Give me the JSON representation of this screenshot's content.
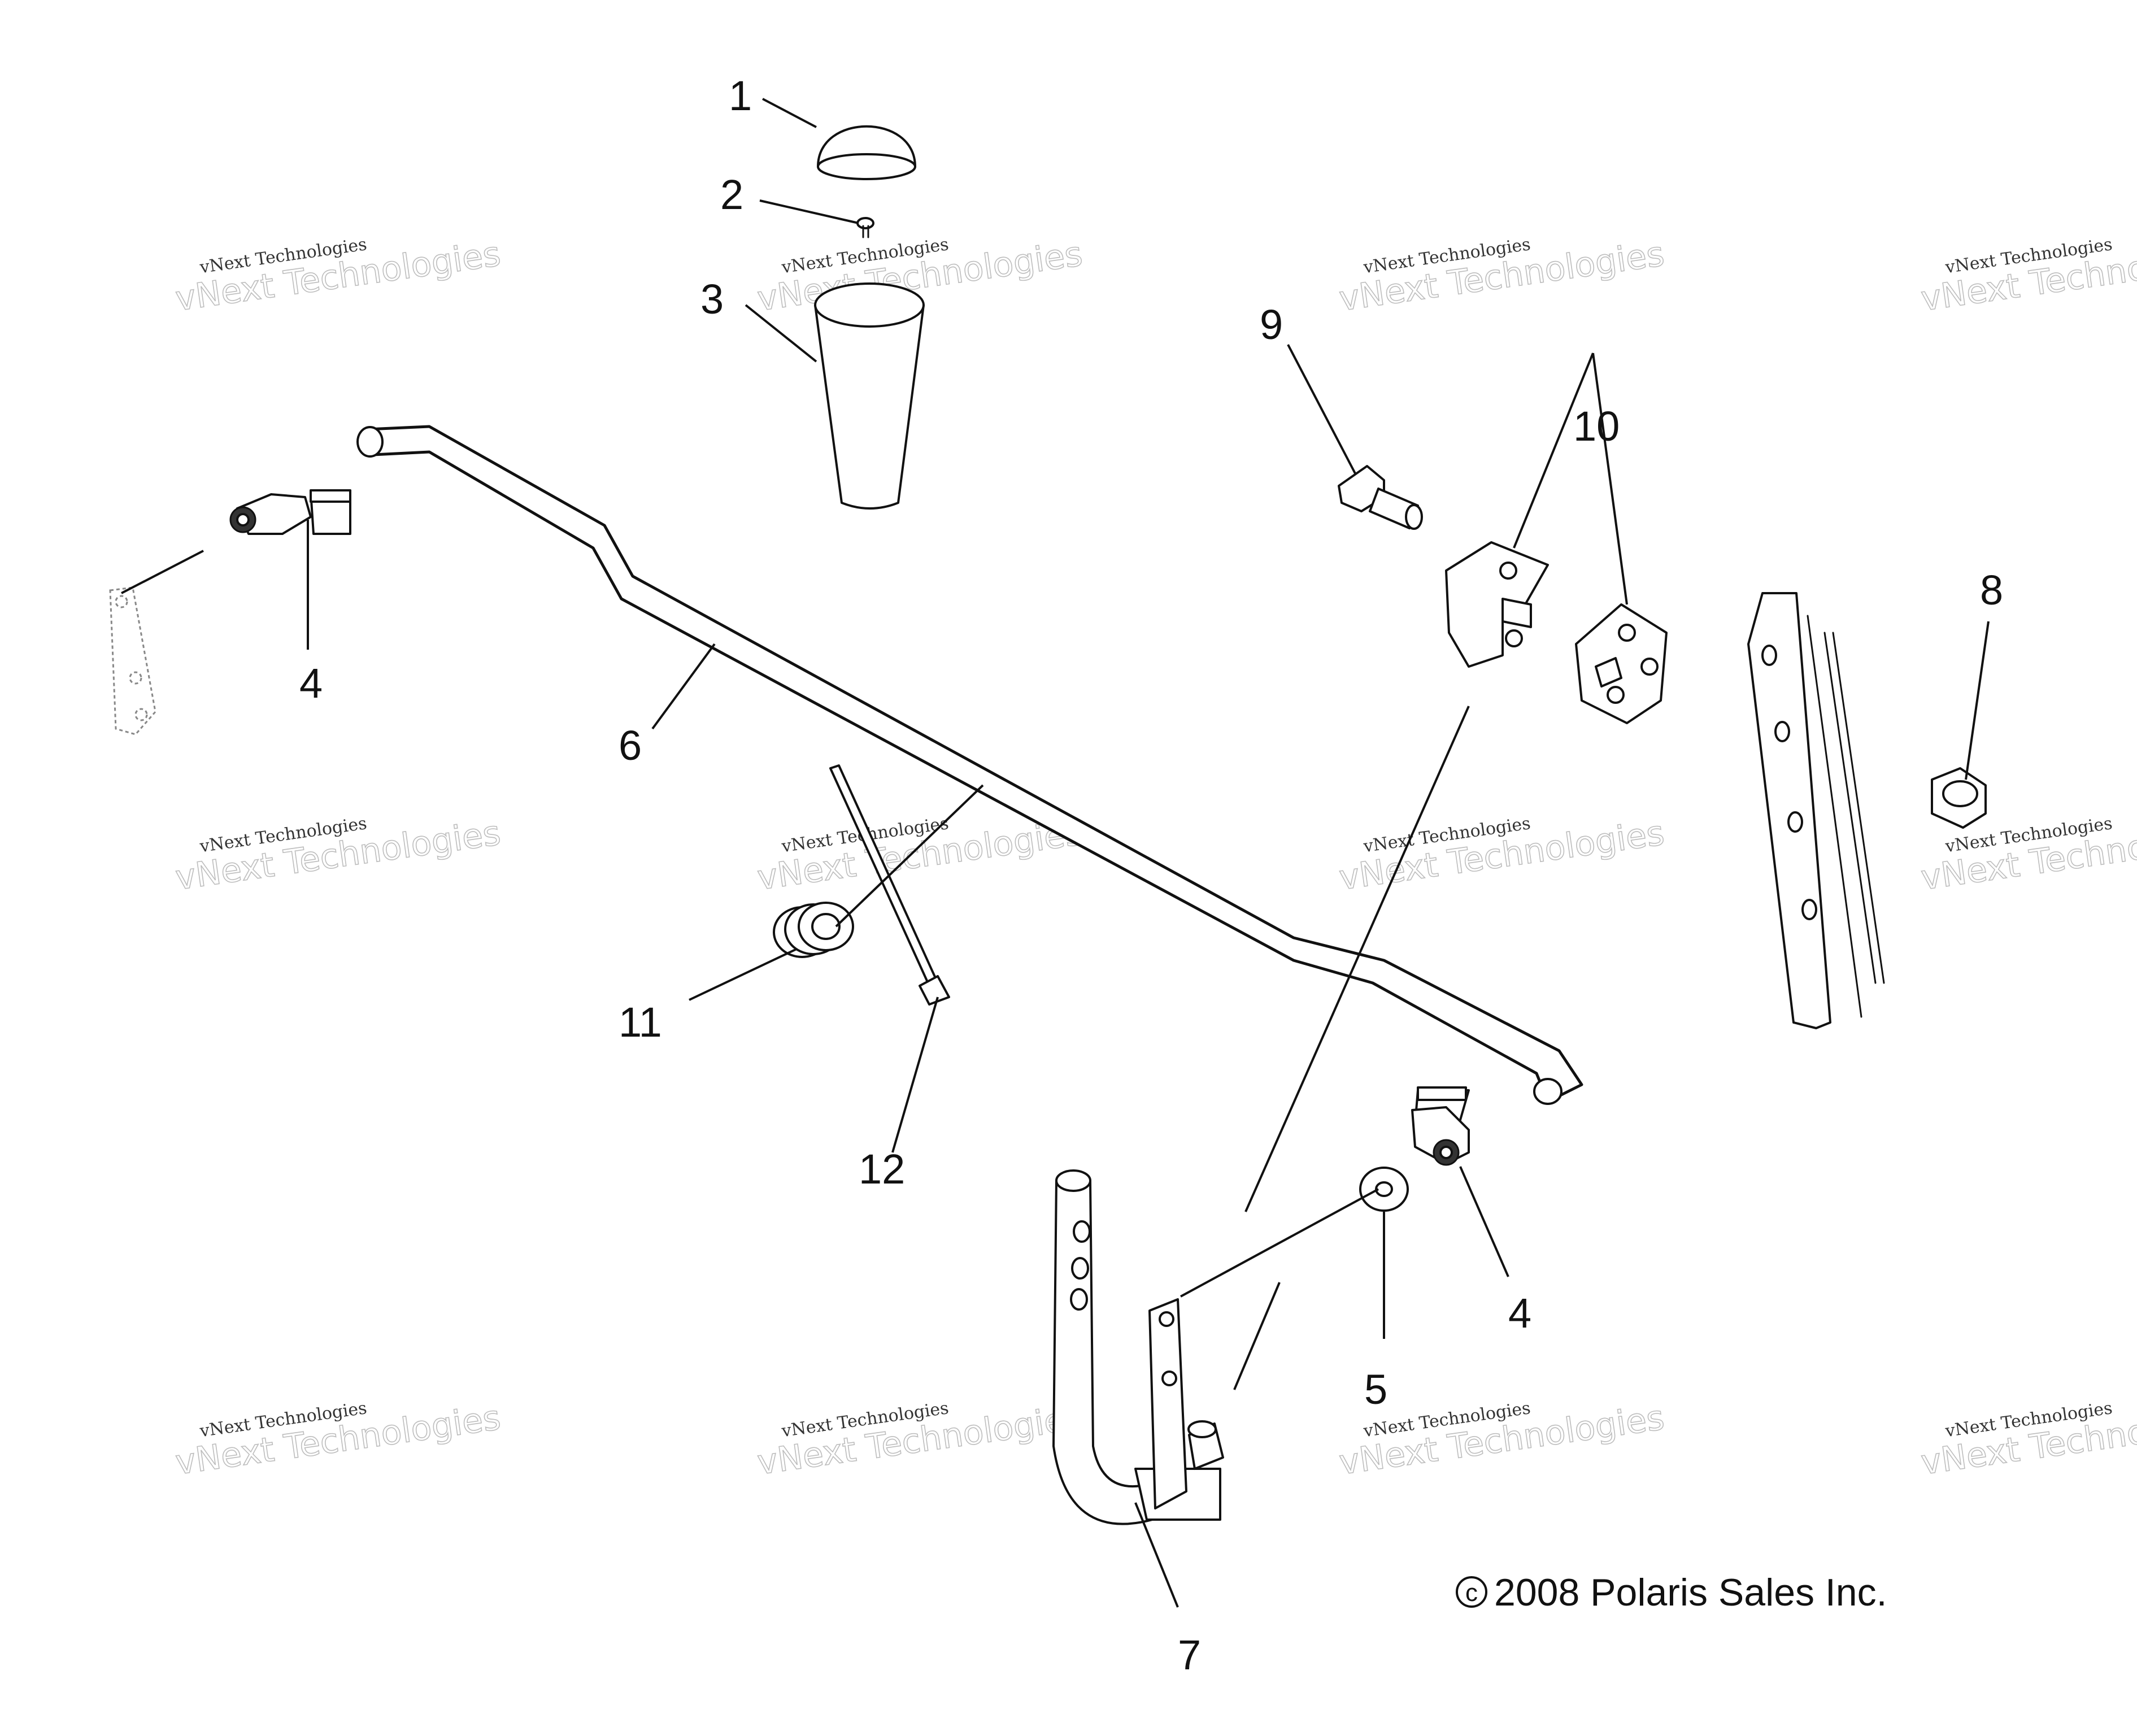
{
  "copyright": "2008 Polaris Sales Inc.",
  "copyright_symbol": "c",
  "watermark": {
    "line1": "vNext Technologies",
    "line2": "vNext Technologies"
  },
  "callouts": {
    "c1": "1",
    "c2": "2",
    "c3": "3",
    "c4a": "4",
    "c4b": "4",
    "c5": "5",
    "c6": "6",
    "c7": "7",
    "c8": "8",
    "c9": "9",
    "c10": "10",
    "c11": "11",
    "c12": "12"
  },
  "colors": {
    "line": "#111111",
    "watermark": "#bdbdbd",
    "background": "#ffffff"
  }
}
